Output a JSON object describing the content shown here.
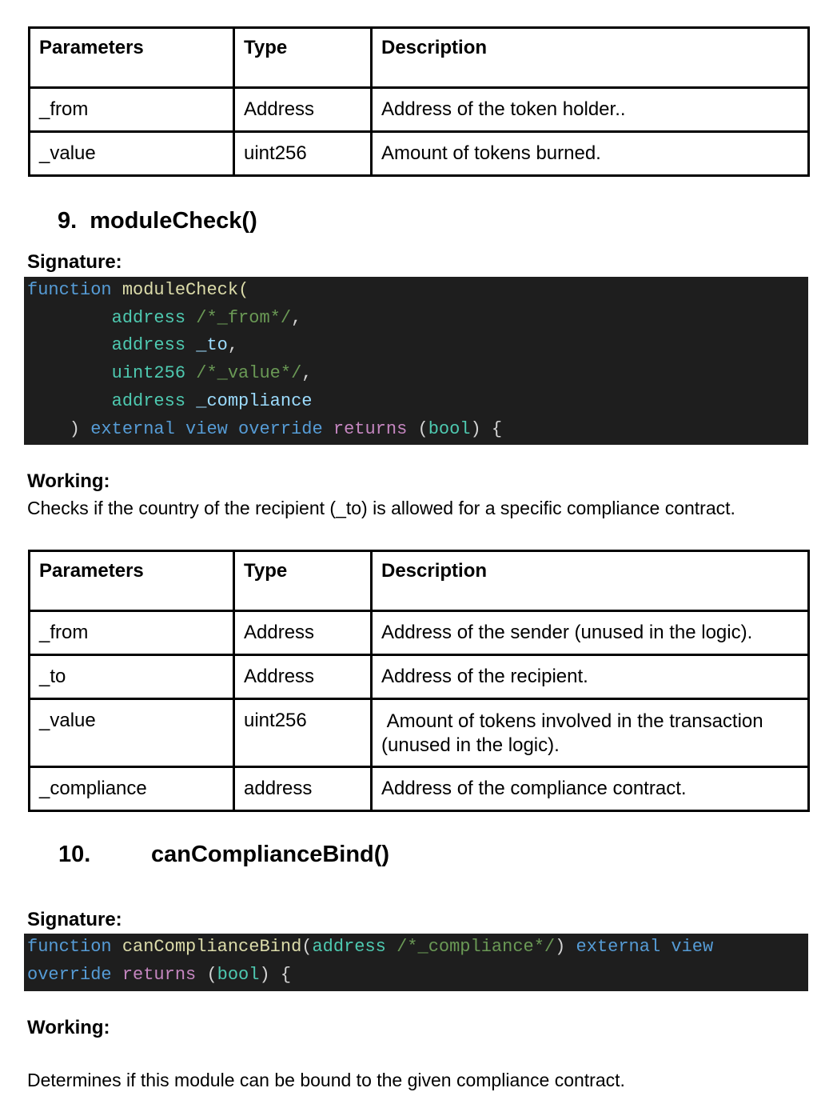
{
  "table1": {
    "headers": [
      "Parameters",
      "Type",
      "Description"
    ],
    "rows": [
      [
        "_from",
        "Address",
        "Address of the token holder.."
      ],
      [
        "_value",
        "uint256",
        "Amount of tokens burned."
      ]
    ]
  },
  "section9": {
    "number": "9.",
    "title": "moduleCheck()",
    "signature_label": "Signature:",
    "code": [
      [
        [
          "function ",
          "kw"
        ],
        [
          "moduleCheck",
          "fn"
        ],
        [
          "(",
          "br"
        ]
      ],
      [
        [
          "        ",
          "pn"
        ],
        [
          "address ",
          "ty"
        ],
        [
          "/*_from*/",
          "cm"
        ],
        [
          ",",
          "pn"
        ]
      ],
      [
        [
          "        ",
          "pn"
        ],
        [
          "address ",
          "ty"
        ],
        [
          "_to",
          "var"
        ],
        [
          ",",
          "pn"
        ]
      ],
      [
        [
          "        ",
          "pn"
        ],
        [
          "uint256 ",
          "ty"
        ],
        [
          "/*_value*/",
          "cm"
        ],
        [
          ",",
          "pn"
        ]
      ],
      [
        [
          "        ",
          "pn"
        ],
        [
          "address ",
          "ty"
        ],
        [
          "_compliance",
          "var"
        ]
      ],
      [
        [
          "    ) ",
          "pn"
        ],
        [
          "external view override ",
          "kw"
        ],
        [
          "returns ",
          "ret"
        ],
        [
          "(",
          "pn"
        ],
        [
          "bool",
          "ty"
        ],
        [
          ") {",
          "pn"
        ]
      ]
    ],
    "working_label": "Working:",
    "working_text": "Checks if the country of the recipient (_to) is allowed for a specific compliance contract."
  },
  "table2": {
    "headers": [
      "Parameters",
      "Type",
      "Description"
    ],
    "rows": [
      [
        "_from",
        "Address",
        "Address of the sender (unused in the logic)."
      ],
      [
        "_to",
        "Address",
        "Address of the recipient."
      ],
      [
        "_value",
        "uint256",
        " Amount of tokens involved in the transaction (unused in the logic)."
      ],
      [
        "_compliance",
        "address",
        "Address of the compliance contract."
      ]
    ]
  },
  "section10": {
    "number": "10.",
    "title": "canComplianceBind()",
    "signature_label": "Signature:",
    "code": [
      [
        [
          "function ",
          "kw"
        ],
        [
          "canComplianceBind",
          "fn"
        ],
        [
          "(",
          "pn"
        ],
        [
          "address ",
          "ty"
        ],
        [
          "/*_compliance*/",
          "cm"
        ],
        [
          ") ",
          "pn"
        ],
        [
          "external view",
          "kw"
        ]
      ],
      [
        [
          "override ",
          "kw"
        ],
        [
          "returns ",
          "ret"
        ],
        [
          "(",
          "pn"
        ],
        [
          "bool",
          "ty"
        ],
        [
          ") {",
          "pn"
        ]
      ]
    ],
    "working_label": "Working:",
    "working_text": "Determines if this module can be bound to the given compliance contract."
  }
}
